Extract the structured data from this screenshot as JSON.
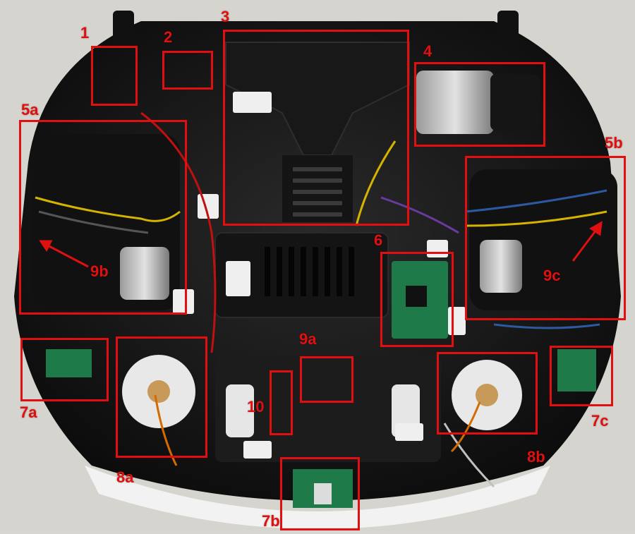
{
  "labels": {
    "l1": "1",
    "l2": "2",
    "l3": "3",
    "l4": "4",
    "l5a": "5a",
    "l5b": "5b",
    "l6": "6",
    "l7a": "7a",
    "l7b": "7b",
    "l7c": "7c",
    "l8a": "8a",
    "l8b": "8b",
    "l9a": "9a",
    "l9b": "9b",
    "l9c": "9c",
    "l10": "10"
  },
  "colors": {
    "annotation": "#e01010",
    "robot_body": "#1a1a1a",
    "background": "#d8d6d0",
    "pcb_green": "#1f7a4a"
  }
}
